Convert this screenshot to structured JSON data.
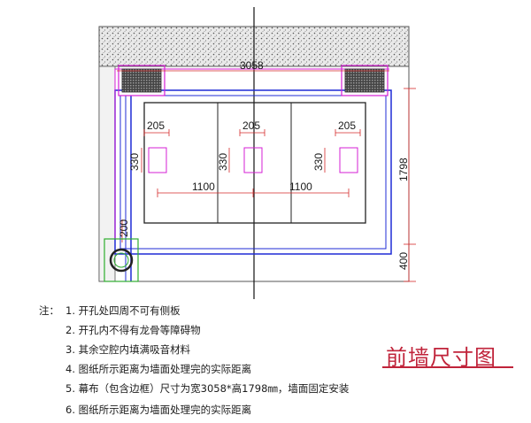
{
  "drawing": {
    "dimensions": {
      "total_width": "3058",
      "total_height": "1798",
      "bottom_height": "400",
      "opening_width_left": "205",
      "opening_width_mid": "205",
      "opening_width_right": "205",
      "opening_height_left": "330",
      "opening_height_mid": "330",
      "opening_height_right": "330",
      "spacing_left": "1100",
      "spacing_right": "1100",
      "left_offset": "200"
    },
    "colors": {
      "wall_hatch": "#bdbdbd",
      "outline_blue": "#1f2bd6",
      "outline_magenta": "#d41fd4",
      "dim_red": "#d42a2a",
      "speaker_green": "#2fae2f",
      "panel_black": "#222222"
    }
  },
  "notes": {
    "prefix": "注：",
    "items": [
      "1. 开孔处四周不可有侧板",
      "2. 开孔内不得有龙骨等障碍物",
      "3. 其余空腔内填满吸音材料",
      "4. 图纸所示距离为墙面处理完的实际距离",
      "5. 幕布（包含边框）尺寸为宽3058*高1798㎜，墙面固定安装",
      "6. 图纸所示距离为墙面处理完的实际距离"
    ]
  },
  "caption": "前墙尺寸图"
}
